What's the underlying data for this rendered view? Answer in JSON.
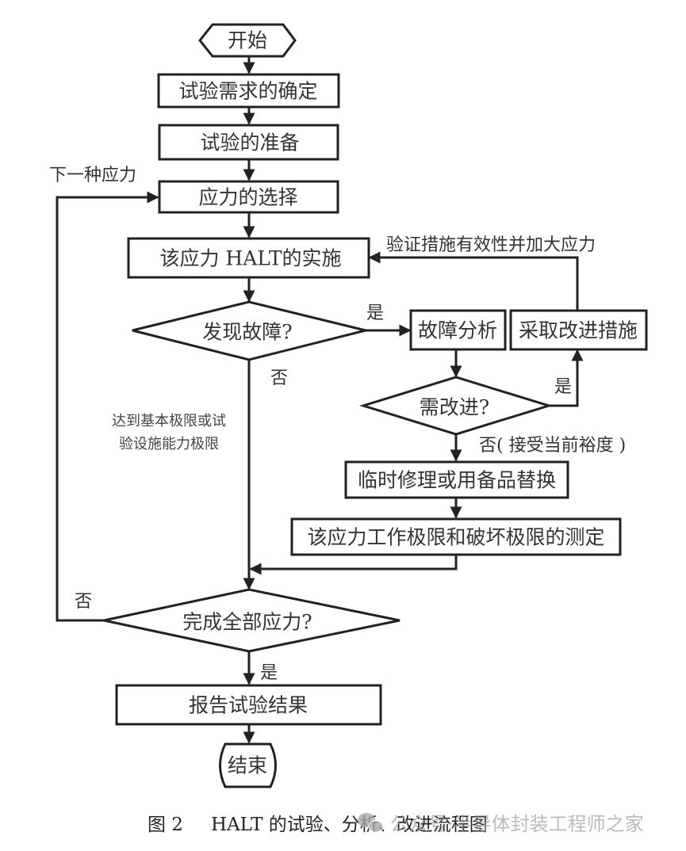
{
  "diagram": {
    "type": "flowchart",
    "nodes": {
      "start": "开始",
      "requirements": "试验需求的确定",
      "preparation": "试验的准备",
      "stress_selection": "应力的选择",
      "halt_execution": "该应力 HALT的实施",
      "failure_found": "发现故障?",
      "failure_analysis": "故障分析",
      "take_measures": "采取改进措施",
      "need_improve": "需改进?",
      "temp_repair": "临时修理或用备品替换",
      "limit_measure": "该应力工作极限和破坏极限的测定",
      "all_stress_done": "完成全部应力?",
      "report": "报告试验结果",
      "end": "结束"
    },
    "edge_labels": {
      "next_stress": "下一种应力",
      "verify_and_increase": "验证措施有效性并加大应力",
      "failure_yes": "是",
      "failure_no": "否",
      "improve_yes": "是",
      "improve_no": "否( 接受当前裕度 )",
      "all_done_no": "否",
      "all_done_yes": "是",
      "limit_note_line1": "达到基本极限或试",
      "limit_note_line2": "验设施能力极限"
    },
    "edges": [
      [
        "start",
        "requirements"
      ],
      [
        "requirements",
        "preparation"
      ],
      [
        "preparation",
        "stress_selection"
      ],
      [
        "stress_selection",
        "halt_execution"
      ],
      [
        "halt_execution",
        "failure_found"
      ],
      [
        "failure_found",
        "failure_analysis",
        "是"
      ],
      [
        "failure_analysis",
        "need_improve"
      ],
      [
        "need_improve",
        "take_measures",
        "是"
      ],
      [
        "take_measures",
        "halt_execution",
        "验证措施有效性并加大应力"
      ],
      [
        "need_improve",
        "temp_repair",
        "否( 接受当前裕度 )"
      ],
      [
        "temp_repair",
        "limit_measure"
      ],
      [
        "limit_measure",
        "all_stress_done"
      ],
      [
        "failure_found",
        "all_stress_done",
        "否"
      ],
      [
        "all_stress_done",
        "stress_selection",
        "否 / 下一种应力"
      ],
      [
        "all_stress_done",
        "report",
        "是"
      ],
      [
        "report",
        "end"
      ]
    ]
  },
  "caption": {
    "figure_label": "图 2",
    "title": "HALT 的试验、分析、改进流程图"
  },
  "watermark": {
    "text": "公众号·半导体封装工程师之家"
  }
}
